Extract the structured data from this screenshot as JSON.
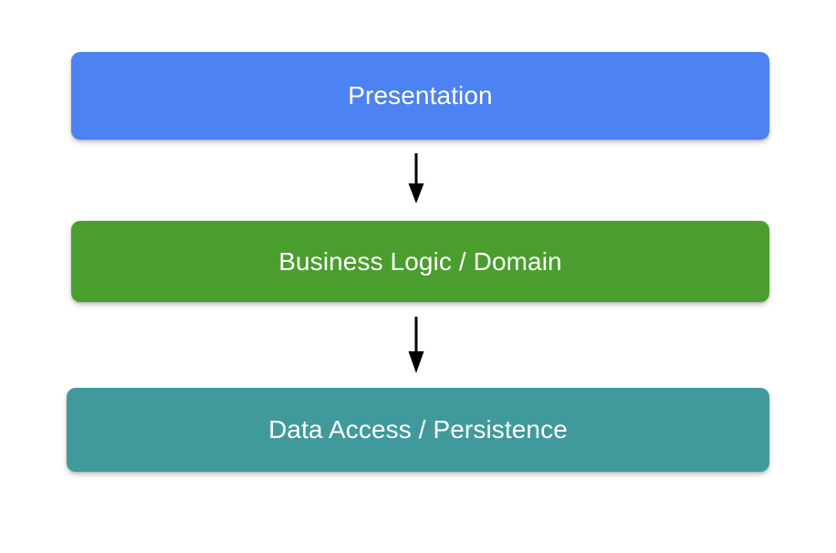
{
  "diagram": {
    "type": "flow",
    "orientation": "vertical-top-down",
    "background_color": "#ffffff",
    "layers": [
      {
        "id": "presentation",
        "label": "Presentation",
        "color": "#4d82f3",
        "text_color": "#ffffff",
        "order": 1
      },
      {
        "id": "business-logic",
        "label": "Business Logic / Domain",
        "color": "#4a9e2e",
        "text_color": "#ffffff",
        "order": 2
      },
      {
        "id": "data-access",
        "label": "Data Access / Persistence",
        "color": "#409a9c",
        "text_color": "#ffffff",
        "order": 3
      }
    ],
    "connectors": [
      {
        "id": "presentation-to-business",
        "from": "presentation",
        "to": "business-logic",
        "style": "solid-arrow",
        "color": "#000000"
      },
      {
        "id": "business-to-data",
        "from": "business-logic",
        "to": "data-access",
        "style": "solid-arrow",
        "color": "#000000"
      }
    ]
  }
}
